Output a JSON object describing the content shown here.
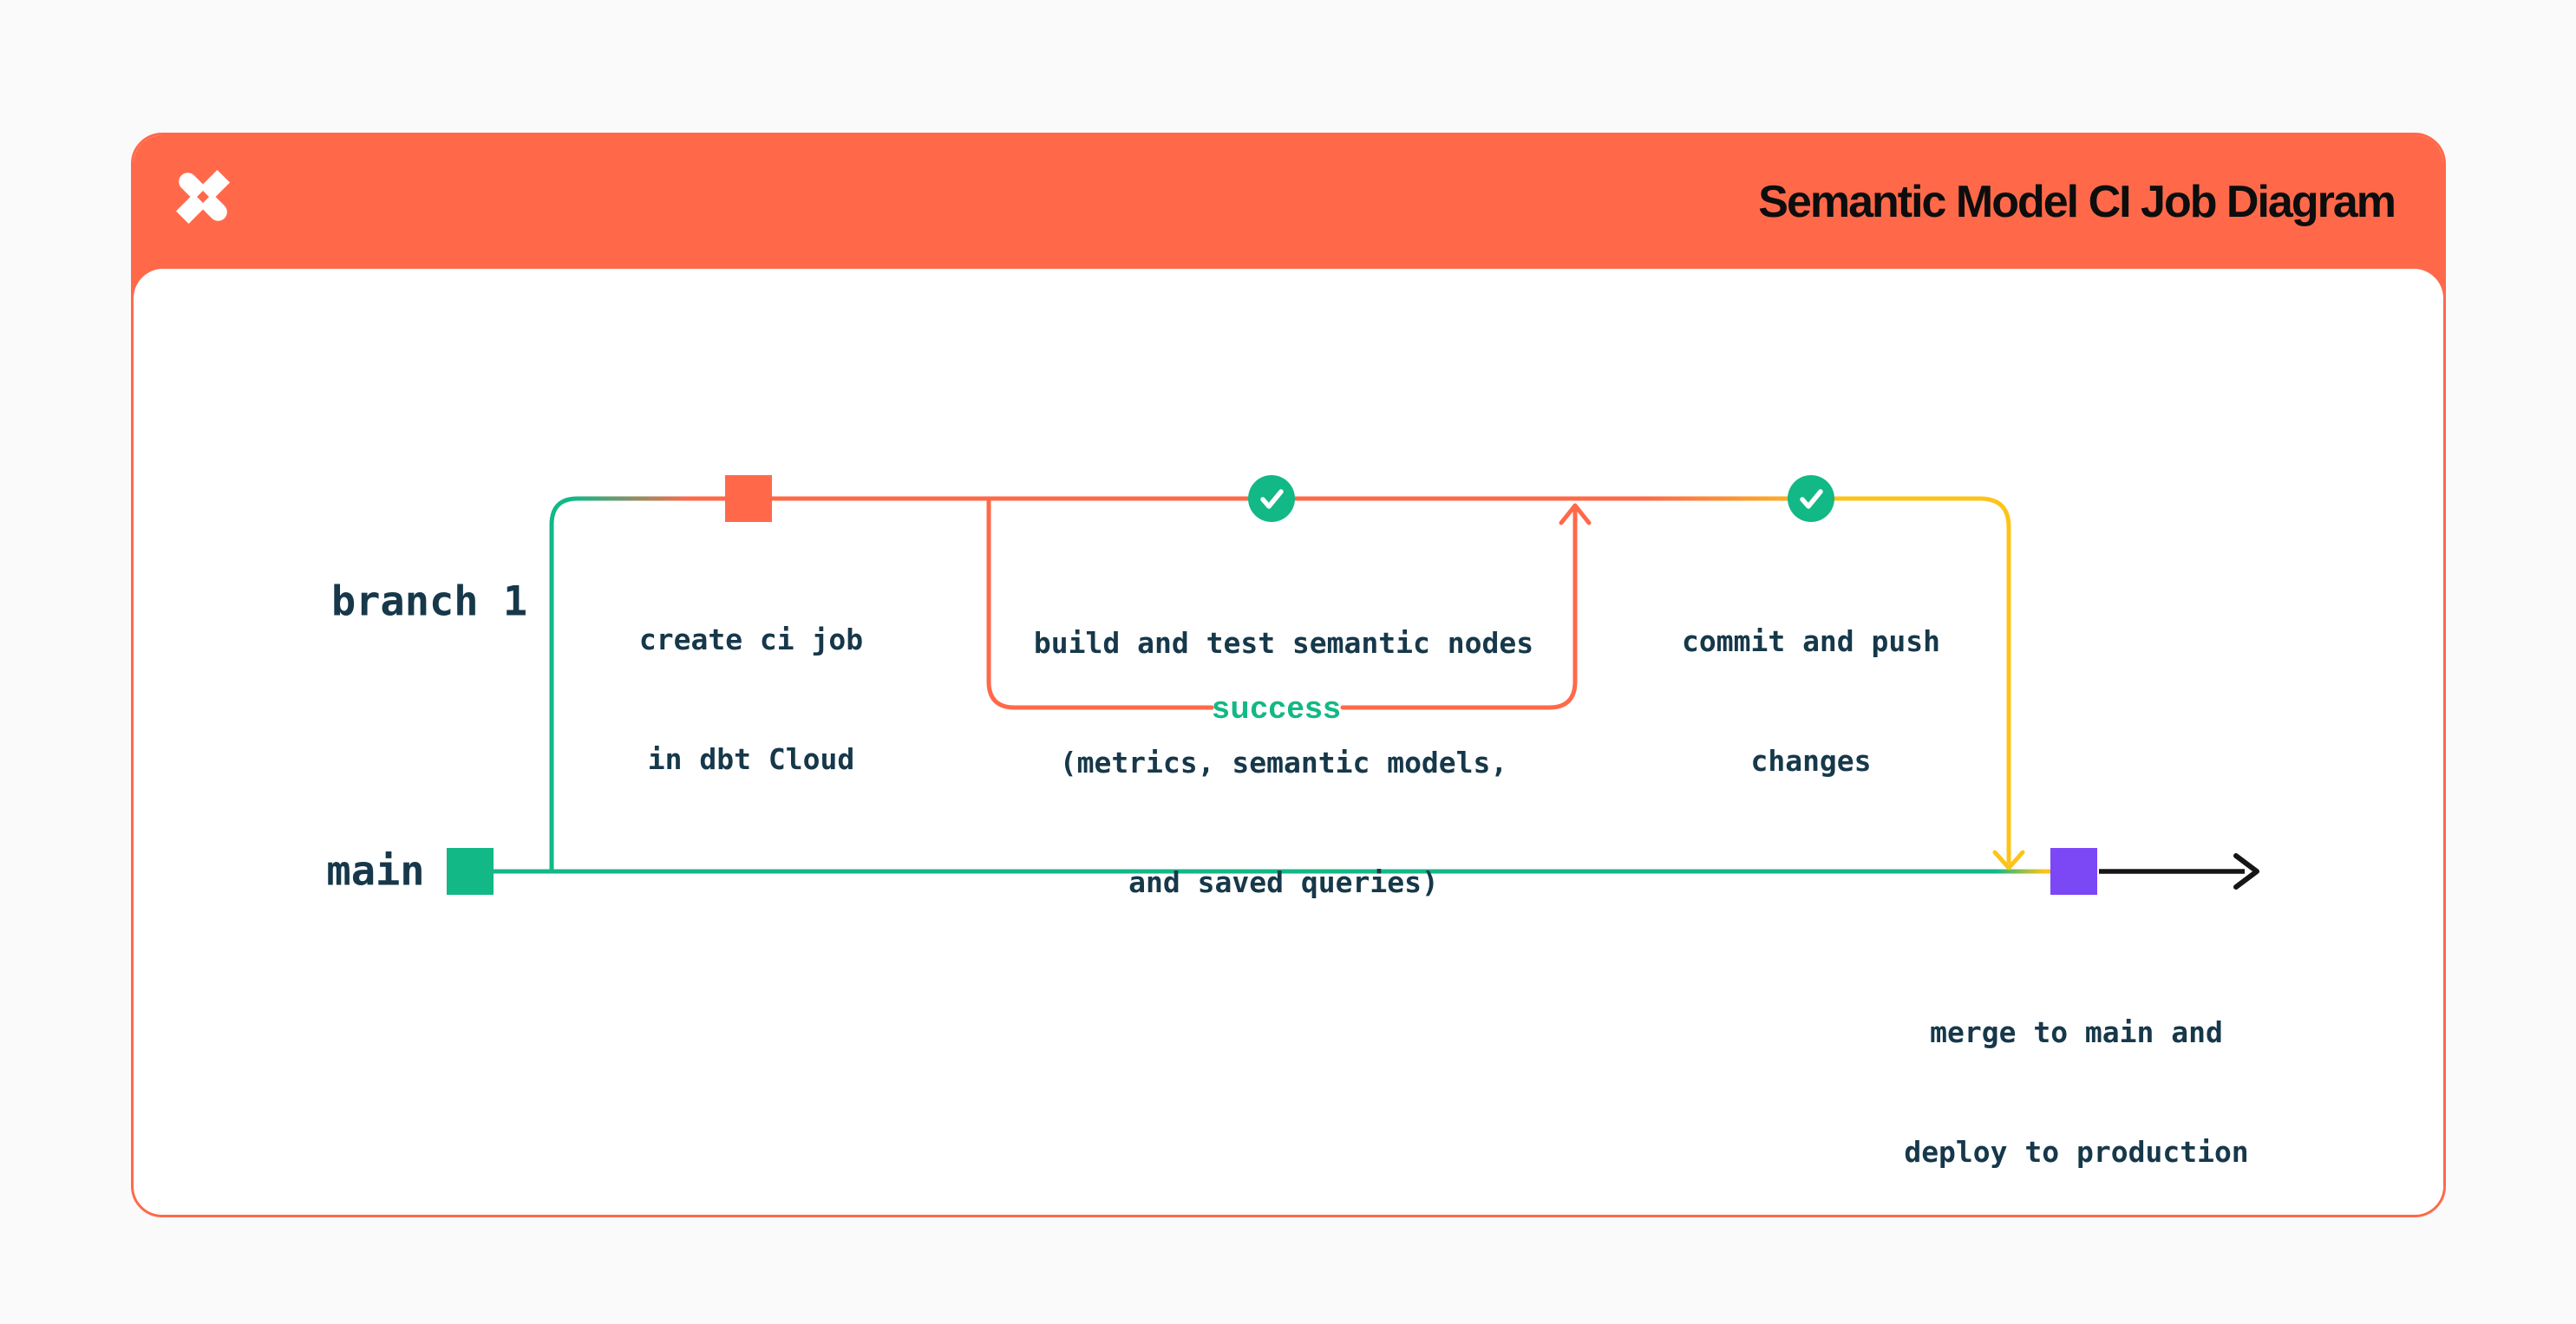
{
  "header": {
    "title": "Semantic Model CI Job Diagram"
  },
  "icons": {
    "logo": "dbt-star-logo",
    "success_check": "check-icon",
    "flow_arrow": "arrow-right-icon"
  },
  "colors": {
    "brand_orange": "#FF694A",
    "green": "#12B886",
    "yellow": "#FCC419",
    "purple": "#7C48F5",
    "text_dark": "#16384A",
    "title_black": "#0D0D0D",
    "card_bg": "#FFFFFF",
    "page_bg": "#FAFAFA"
  },
  "diagram": {
    "branch_label": "branch 1",
    "main_label": "main",
    "loop_label": "success",
    "nodes": {
      "create_ci": {
        "line1": "create ci job",
        "line2": "in dbt Cloud"
      },
      "build_test": {
        "line1": "build and test semantic nodes",
        "line2": "(metrics, semantic models,",
        "line3": "and saved queries)"
      },
      "commit_push": {
        "line1": "commit and push",
        "line2": "changes"
      },
      "merge_deploy": {
        "line1": "merge to main and",
        "line2": "deploy to production"
      }
    }
  }
}
